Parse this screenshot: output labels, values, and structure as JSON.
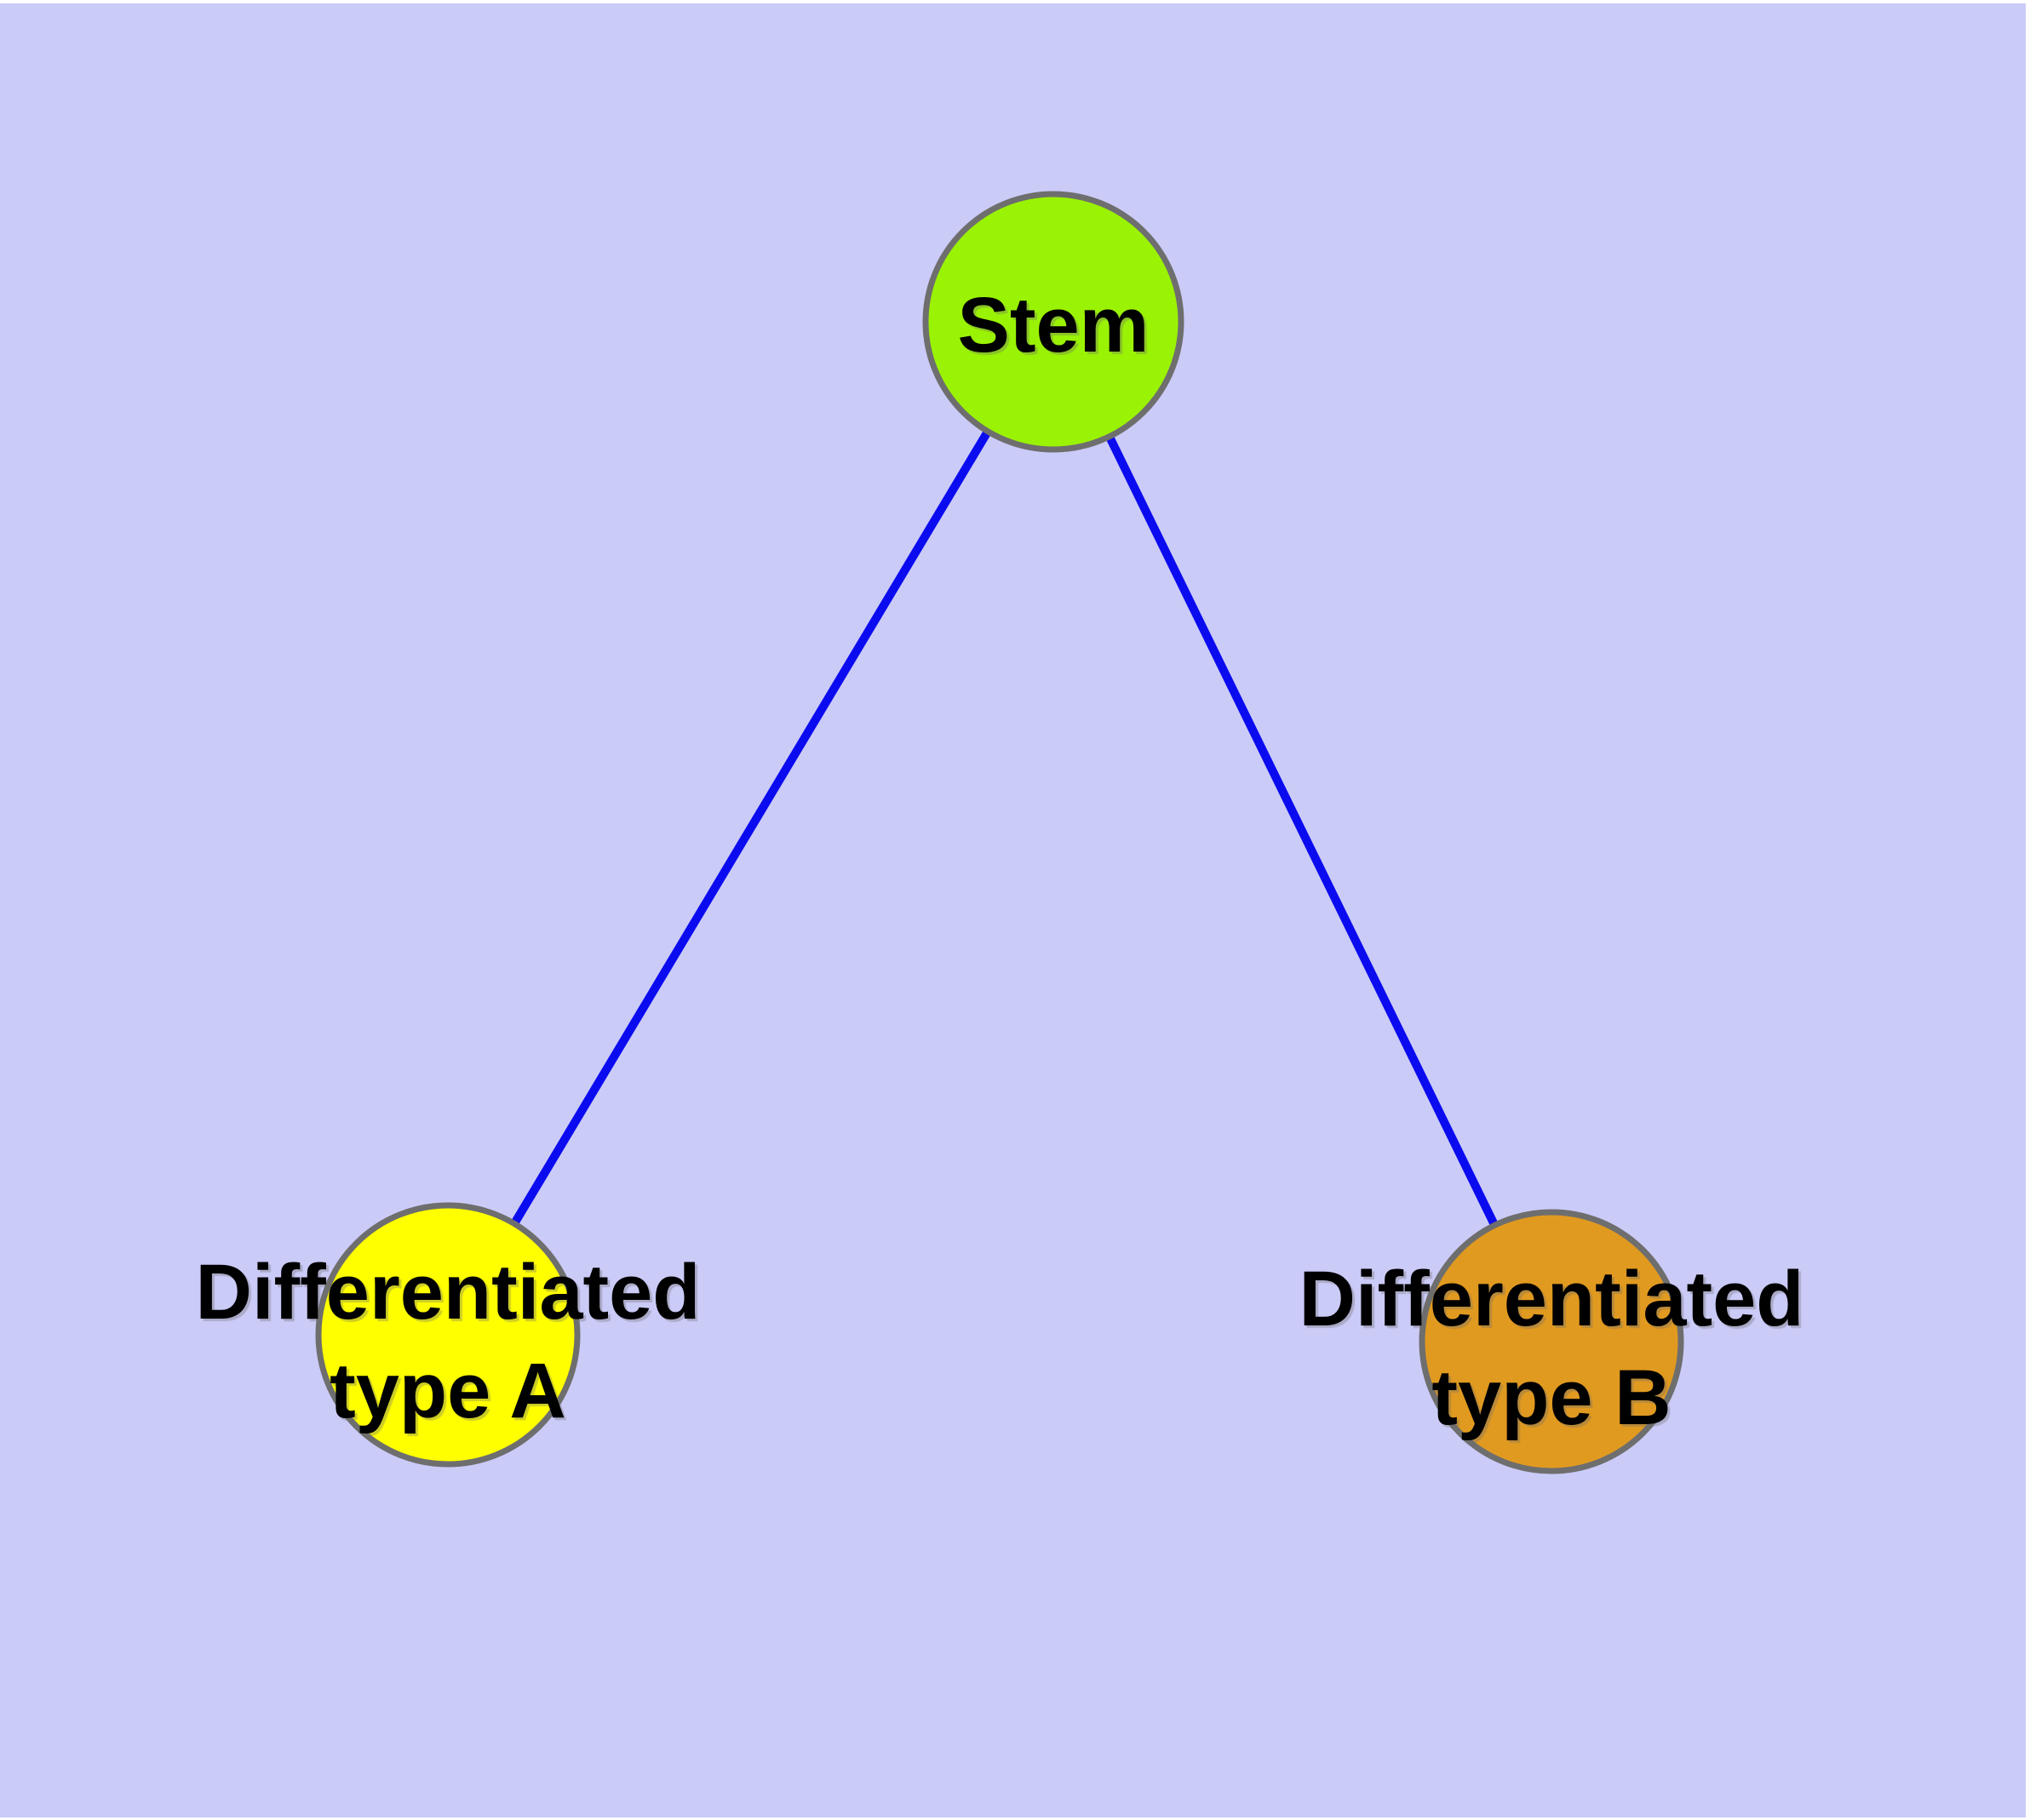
{
  "canvas": {
    "background_color": "#cbcbf8",
    "frame_color": "#ffffff"
  },
  "diagram": {
    "type": "node-link-graph",
    "edge_color": "#0b0bf0",
    "node_border_color": "#6e6e6e",
    "label_color": "#000000",
    "nodes": {
      "stem": {
        "label": "Stem",
        "fill": "#9af304"
      },
      "type_a": {
        "label_line1": "Differentiated",
        "label_line2": "type A",
        "label_full": "Differentiated type A",
        "fill": "#ffff00"
      },
      "type_b": {
        "label_line1": "Differentiated",
        "label_line2": "type B",
        "label_full": "Differentiated type B",
        "fill": "#e19a20"
      }
    },
    "edges": [
      {
        "from": "Stem",
        "to": "Differentiated type A"
      },
      {
        "from": "Stem",
        "to": "Differentiated type B"
      }
    ]
  }
}
